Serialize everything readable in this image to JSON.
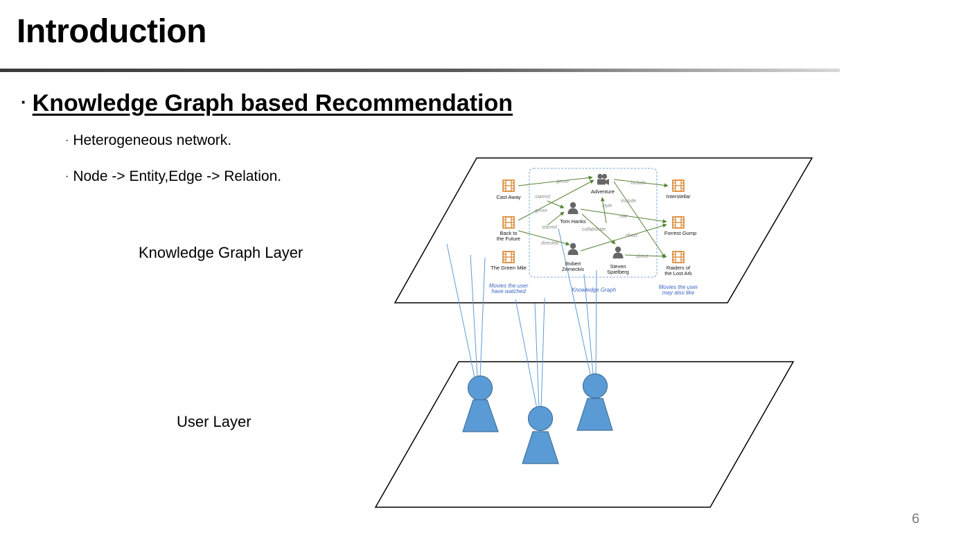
{
  "slide": {
    "title": "Introduction",
    "bullet_main": {
      "marker": "·",
      "text": "Knowledge Graph based Recommendation"
    },
    "sub_bullets": [
      {
        "marker": "·",
        "text": "Heterogeneous network."
      },
      {
        "marker": "·",
        "text": "Node -> Entity,Edge -> Relation."
      }
    ],
    "layer_labels": {
      "knowledge_graph": "Knowledge Graph Layer",
      "user": "User Layer"
    },
    "page_number": "6"
  },
  "knowledge_graph": {
    "movies_watched": [
      "Cast Away",
      "Back to\nthe Future",
      "The Green Mile"
    ],
    "movies_recommended": [
      "Interstellar",
      "Forrest Gump",
      "Raiders of\nthe Lost Ark"
    ],
    "genre": "Adventure",
    "people": [
      "Tom Hanks",
      "Robert\nZemeckis",
      "Steven\nSpielberg"
    ],
    "relations": [
      "genre",
      "starred",
      "genre",
      "starred",
      "directed",
      "style",
      "include",
      "include",
      "star",
      "collaborate",
      "direct",
      "direct"
    ],
    "captions": {
      "watched": "Movies the user\nhave watched",
      "graph": "Knowledge Graph",
      "recommended": "Movies the user\nmay also like"
    }
  },
  "colors": {
    "user_fill": "#5b9bd5",
    "user_stroke": "#41719c",
    "link_line": "#5b9bd5",
    "movie_icon": "#d9822b",
    "person_icon": "#666666",
    "kg_edge": "#548235",
    "kg_box": "#7aa6d8",
    "caption": "#3a66c4"
  }
}
